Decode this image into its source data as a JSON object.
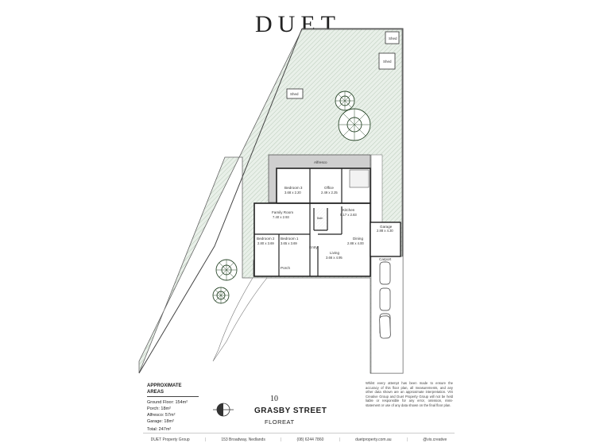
{
  "brand": {
    "logo": "DUET"
  },
  "plan": {
    "rooms": {
      "alfresco": "Alfresco",
      "bedroom3": "Bedroom 3",
      "bedroom3_dim": "3.68 x 2.20",
      "office": "Office",
      "office_dim": "2.49 x 2.25",
      "kitchen": "Kitchen",
      "kitchen_dim": "5.17 x 2.83",
      "family": "Family Room",
      "family_dim": "7.40 x 2.93",
      "bath": "Bath",
      "bedroom2": "Bedroom 2",
      "bedroom2_dim": "2.80 x 3.69",
      "bedroom1": "Bedroom 1",
      "bedroom1_dim": "3.65 x 3.69",
      "entry": "Entry",
      "dining": "Dining",
      "dining_dim": "2.88 x 4.00",
      "living": "Living",
      "living_dim": "3.66 x 4.95",
      "porch": "Porch",
      "garage": "Garage",
      "garage_dim": "2.88 x 4.30",
      "carport": "Carport"
    },
    "sheds": [
      "Shed",
      "Shed",
      "Shed"
    ]
  },
  "areas": {
    "title": "APPROXIMATE AREAS",
    "ground": "Ground Floor: 154m²",
    "porch": "Porch: 18m²",
    "alfresco": "Alfresco: 57m²",
    "garage": "Garage: 18m²",
    "total": "Total: 247m²"
  },
  "address": {
    "number": "10",
    "street": "GRASBY STREET",
    "suburb": "FLOREAT"
  },
  "disclaimer": "Whilst every attempt has been made to ensure the accuracy of this floor plan, all measurements, and any other data shown are an approximate interpretation. VIS Creative Group and Duet Property Group will not be held liable or responsible for any error, omission, miss-statement or use of any data shown on the final floor plan.",
  "footer": {
    "company": "DUET Property Group",
    "address": "153 Broadway, Nedlands",
    "phone": "(08) 6244 7860",
    "website": "duetproperty.com.au",
    "credit": "@vis.creative"
  }
}
